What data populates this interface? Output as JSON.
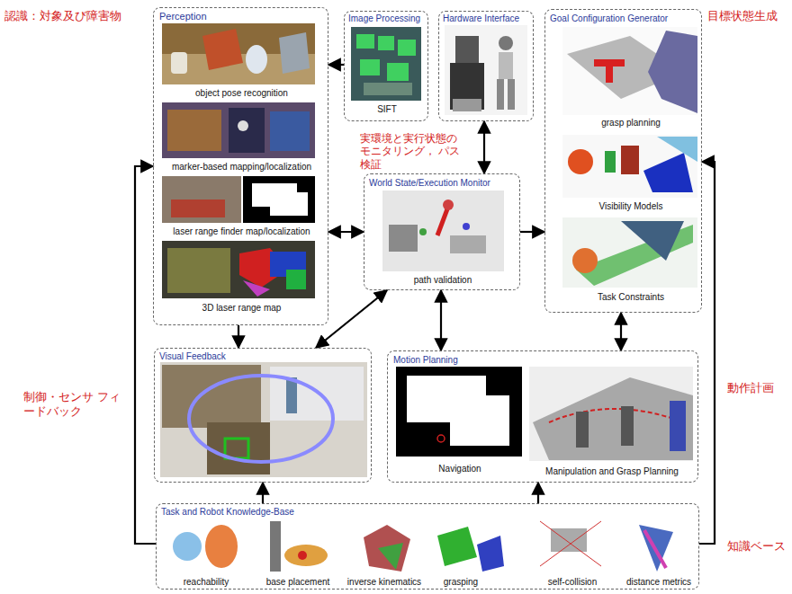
{
  "diagram": {
    "nodes": [
      {
        "text": [
          "Perception",
          "object pose recognition",
          "marker-based mapping/localization",
          "laser range finder map/localization",
          "3D laser range map"
        ]
      },
      {
        "text": [
          "Image Processing",
          "SIFT"
        ]
      },
      {
        "text": [
          "Hardware Interface"
        ]
      },
      {
        "text": [
          "Goal Configuration Generator",
          "grasp planning",
          "Visibility Models",
          "Task Constraints"
        ]
      },
      {
        "text": [
          "World State/Execution Monitor",
          "path validation"
        ]
      },
      {
        "text": [
          "Visual Feedback"
        ]
      },
      {
        "text": [
          "Motion Planning",
          "Navigation",
          "Manipulation and Grasp Planning"
        ]
      },
      {
        "text": [
          "Task and Robot Knowledge-Base",
          "reachability",
          "base placement",
          "inverse kinematics",
          "grasping",
          "self-collision",
          "distance metrics"
        ]
      }
    ],
    "edges": [
      {
        "from": 1,
        "to": 0,
        "arrow": "to"
      },
      {
        "from": 2,
        "to": 4,
        "arrow": "both"
      },
      {
        "from": 0,
        "to": 4,
        "arrow": "both"
      },
      {
        "from": 4,
        "to": 3,
        "arrow": "to"
      },
      {
        "from": 0,
        "to": 5,
        "arrow": "to"
      },
      {
        "from": 4,
        "to": 5,
        "arrow": "both"
      },
      {
        "from": 4,
        "to": 6,
        "arrow": "both"
      },
      {
        "from": 3,
        "to": 6,
        "arrow": "both"
      },
      {
        "from": 7,
        "to": 5,
        "arrow": "to"
      },
      {
        "from": 7,
        "to": 6,
        "arrow": "to"
      },
      {
        "from": 7,
        "to": 0,
        "arrow": "to"
      },
      {
        "from": 7,
        "to": 3,
        "arrow": "to"
      }
    ],
    "labels": [
      "認識：対象及び障害物",
      "目標状態生成",
      "実環境と実行状態の モニタリング， パス検証",
      "制御・センサ フィードバック",
      "動作計画",
      "知識ベース"
    ]
  }
}
